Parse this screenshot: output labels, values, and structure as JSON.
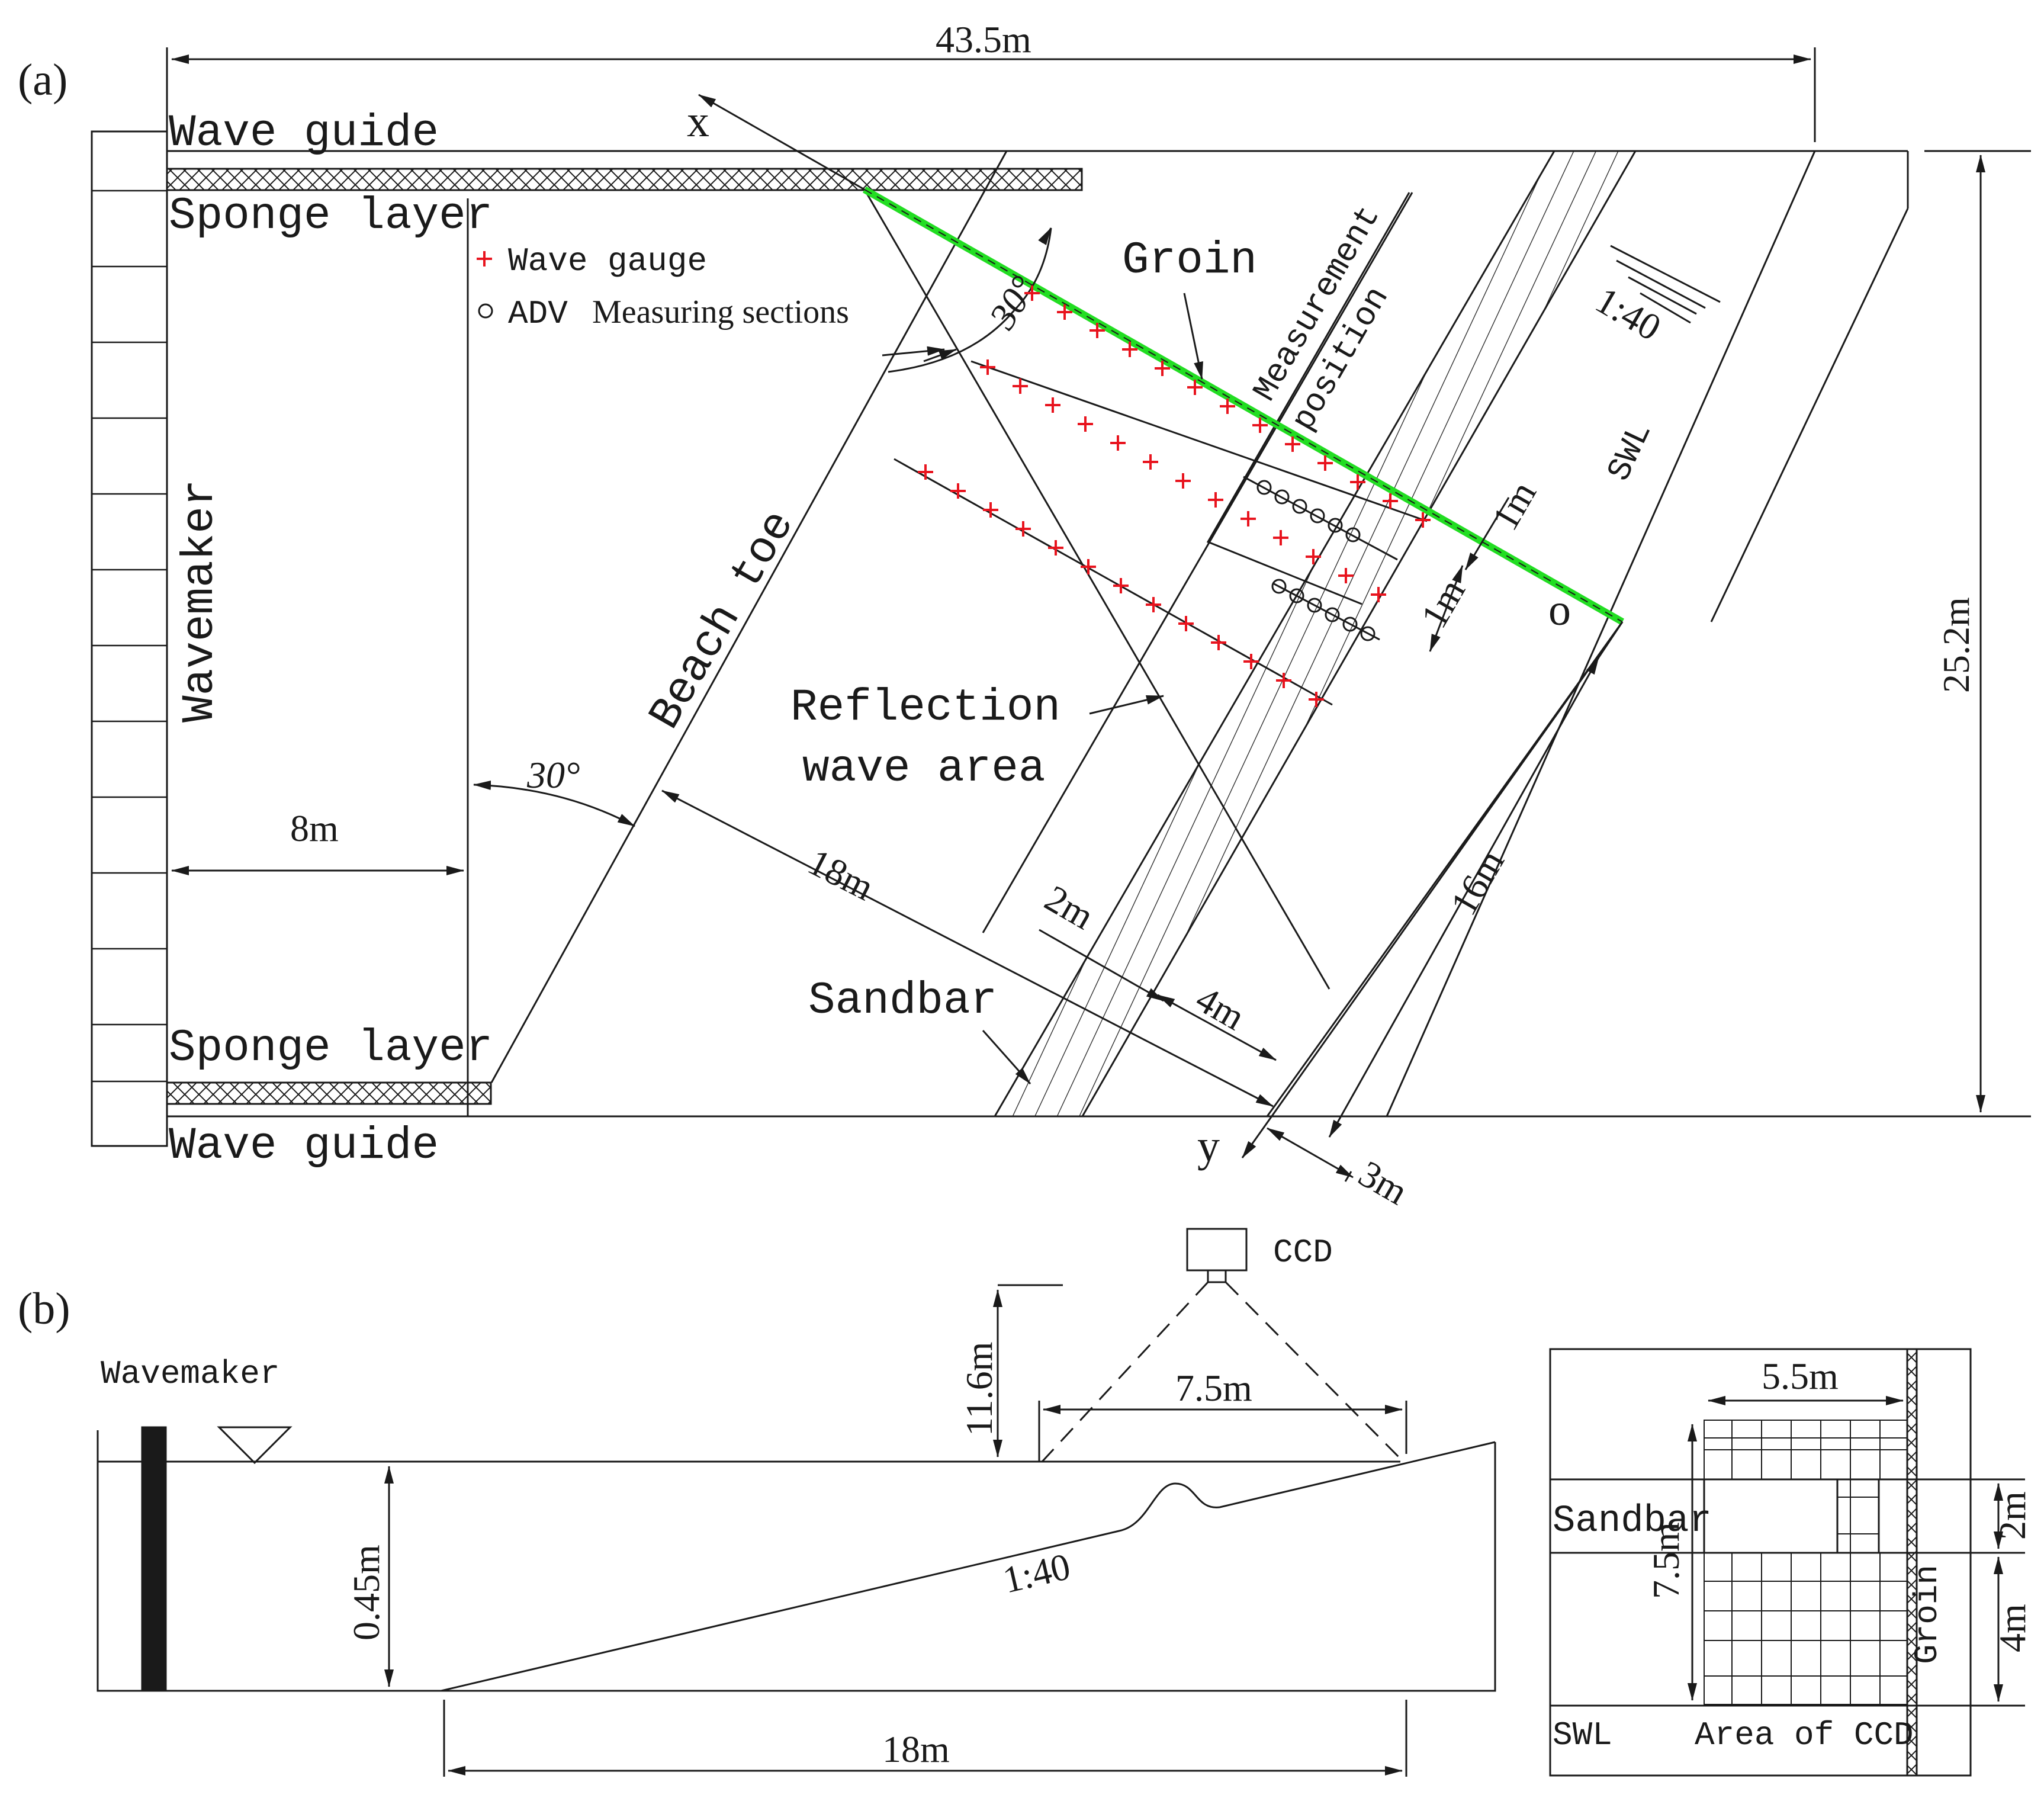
{
  "panel_a": {
    "panel_label": "(a)",
    "dim_length": "43.5m",
    "dim_width": "25.2m",
    "dim_8m": "8m",
    "dim_18m": "18m",
    "dim_16m": "16m",
    "dim_2m": "2m",
    "dim_4m": "4m",
    "dim_3m": "3m",
    "dim_1m_a": "1m",
    "dim_1m_b": "1m",
    "angle_top": "30°",
    "angle_left": "30°",
    "slope": "1:40",
    "labels": {
      "wave_guide_top": "Wave guide",
      "sponge_top": "Sponge layer",
      "sponge_bottom": "Sponge layer",
      "wave_guide_bottom": "Wave guide",
      "wavemaker": "Wavemaker",
      "beach_toe": "Beach toe",
      "groin": "Groin",
      "measurement_position_1": "Measurement",
      "measurement_position_2": "position",
      "reflection_1": "Reflection",
      "reflection_2": "wave area",
      "sandbar": "Sandbar",
      "swl": "SWL",
      "axis_x": "x",
      "axis_y": "y",
      "origin": "o"
    },
    "legend": {
      "wave_gauge": "Wave gauge",
      "adv": "ADV",
      "measuring_sections": "Measuring sections"
    },
    "colors": {
      "groin": "#22dd22",
      "wave_gauge": "#e8141e",
      "line": "#1a1a1a"
    }
  },
  "panel_b": {
    "panel_label": "(b)",
    "wavemaker": "Wavemaker",
    "camera": "CCD",
    "dim_height": "11.6m",
    "dim_view": "7.5m",
    "dim_depth": "0.45m",
    "slope": "1:40",
    "dim_18m": "18m"
  },
  "inset": {
    "dim_top": "5.5m",
    "dim_left": "7.5m",
    "dim_right_2m": "2m",
    "dim_right_4m": "4m",
    "sandbar": "Sandbar",
    "groin": "Groin",
    "swl": "SWL",
    "area": "Area of CCD"
  }
}
